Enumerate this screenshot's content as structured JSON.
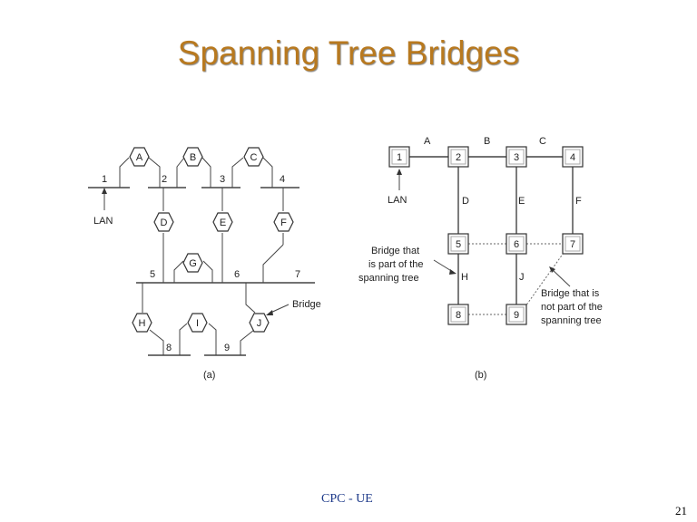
{
  "slide": {
    "title": "Spanning Tree Bridges",
    "footer": "CPC - UE",
    "page_number": "21"
  },
  "figure_a": {
    "caption": "(a)",
    "lan_label": "LAN",
    "bridge_label": "Bridge",
    "lans": [
      "1",
      "2",
      "3",
      "4",
      "5",
      "6",
      "7",
      "8",
      "9"
    ],
    "bridges": [
      "A",
      "B",
      "C",
      "D",
      "E",
      "F",
      "G",
      "H",
      "I",
      "J"
    ]
  },
  "figure_b": {
    "caption": "(b)",
    "lan_label": "LAN",
    "nodes": [
      "1",
      "2",
      "3",
      "4",
      "5",
      "6",
      "7",
      "8",
      "9"
    ],
    "edge_labels": [
      "A",
      "B",
      "C",
      "D",
      "E",
      "F",
      "H",
      "J"
    ],
    "tree_note": [
      "Bridge that",
      "is part of the",
      "spanning  tree"
    ],
    "not_tree_note": [
      "Bridge that is",
      "not part of the",
      "spanning tree"
    ]
  }
}
